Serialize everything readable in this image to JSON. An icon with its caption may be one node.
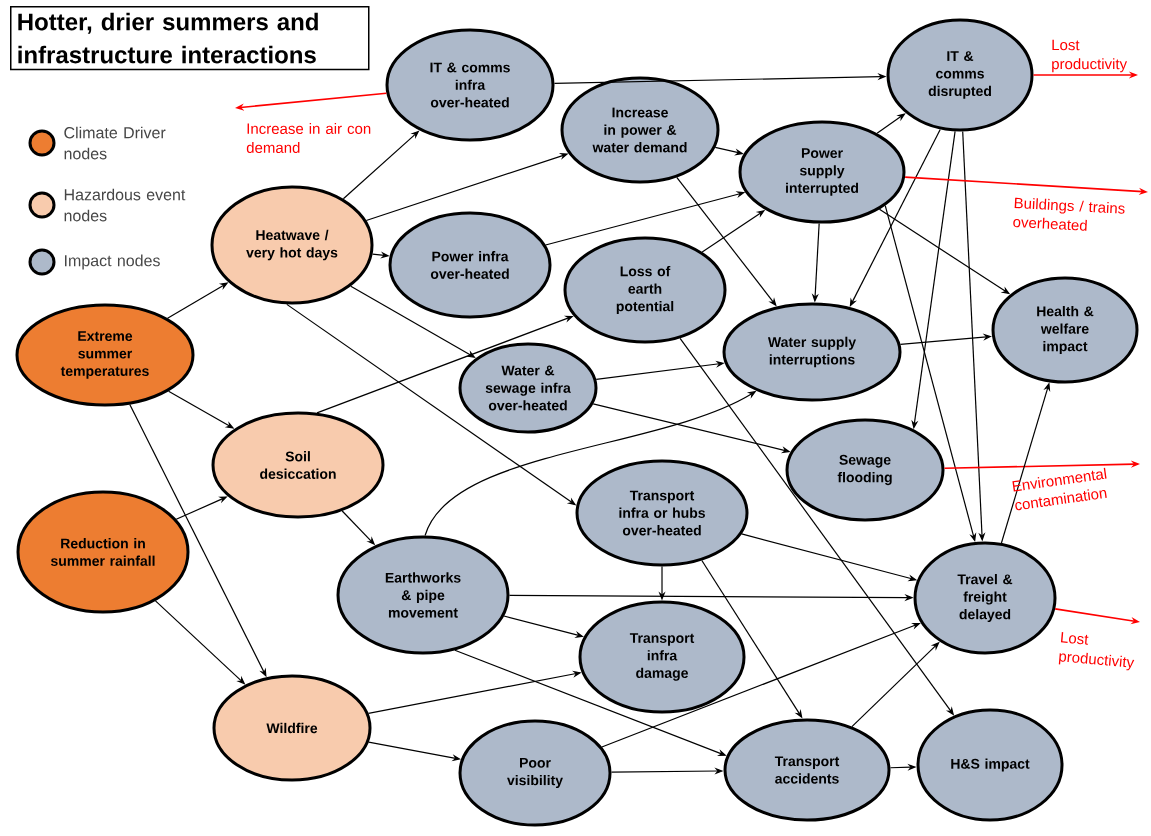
{
  "diagram": {
    "title": "Hotter, drier summers and infrastructure interactions",
    "nodes": [
      {
        "text": [
          "Extreme summer temperatures"
        ]
      },
      {
        "text": [
          "Reduction in summer rainfall"
        ]
      },
      {
        "text": [
          "Heatwave / very hot days"
        ]
      },
      {
        "text": [
          "Soil desiccation"
        ]
      },
      {
        "text": [
          "Wildfire"
        ]
      },
      {
        "text": [
          "IT & comms infra over-heated"
        ]
      },
      {
        "text": [
          "Increase in power & water demand"
        ]
      },
      {
        "text": [
          "Power infra over-heated"
        ]
      },
      {
        "text": [
          "Loss of earth potential"
        ]
      },
      {
        "text": [
          "Water & sewage infra over-heated"
        ]
      },
      {
        "text": [
          "IT & comms disrupted"
        ]
      },
      {
        "text": [
          "Power supply interrupted"
        ]
      },
      {
        "text": [
          "Water supply interruptions"
        ]
      },
      {
        "text": [
          "Health & welfare impact"
        ]
      },
      {
        "text": [
          "Sewage flooding"
        ]
      },
      {
        "text": [
          "Transport infra or hubs over-heated"
        ]
      },
      {
        "text": [
          "Earthworks & pipe movement"
        ]
      },
      {
        "text": [
          "Transport infra damage"
        ]
      },
      {
        "text": [
          "Travel & freight delayed"
        ]
      },
      {
        "text": [
          "Poor visibility"
        ]
      },
      {
        "text": [
          "Transport accidents"
        ]
      },
      {
        "text": [
          "H&S impact"
        ]
      }
    ],
    "edges": [
      {
        "from": 0,
        "to": 2,
        "arrow": "to"
      },
      {
        "from": 0,
        "to": 3,
        "arrow": "to"
      },
      {
        "from": 0,
        "to": 4,
        "arrow": "to"
      },
      {
        "from": 1,
        "to": 3,
        "arrow": "to"
      },
      {
        "from": 1,
        "to": 4,
        "arrow": "to"
      },
      {
        "from": 2,
        "to": 5,
        "arrow": "to"
      },
      {
        "from": 2,
        "to": 6,
        "arrow": "to"
      },
      {
        "from": 2,
        "to": 7,
        "arrow": "to"
      },
      {
        "from": 2,
        "to": 9,
        "arrow": "to"
      },
      {
        "from": 2,
        "to": 15,
        "arrow": "to"
      },
      {
        "from": 3,
        "to": 8,
        "arrow": "to"
      },
      {
        "from": 3,
        "to": 16,
        "arrow": "to"
      },
      {
        "from": 4,
        "to": 17,
        "arrow": "to"
      },
      {
        "from": 4,
        "to": 19,
        "arrow": "to"
      },
      {
        "from": 5,
        "to": 10,
        "arrow": "to"
      },
      {
        "from": 5,
        "to": null,
        "arrow": "to",
        "label": "Increase in air con demand",
        "color": "#ff0000"
      },
      {
        "from": 6,
        "to": 11,
        "arrow": "to"
      },
      {
        "from": 6,
        "to": 12,
        "arrow": "to"
      },
      {
        "from": 7,
        "to": 11,
        "arrow": "to"
      },
      {
        "from": 8,
        "to": 11,
        "arrow": "to"
      },
      {
        "from": 8,
        "to": 21,
        "arrow": "to"
      },
      {
        "from": 9,
        "to": 12,
        "arrow": "to"
      },
      {
        "from": 9,
        "to": 14,
        "arrow": "to"
      },
      {
        "from": 10,
        "to": 12,
        "arrow": "to"
      },
      {
        "from": 10,
        "to": 14,
        "arrow": "to"
      },
      {
        "from": 10,
        "to": 18,
        "arrow": "to"
      },
      {
        "from": 10,
        "to": null,
        "arrow": "to",
        "label": "Lost productivity",
        "color": "#ff0000"
      },
      {
        "from": 11,
        "to": 10,
        "arrow": "to"
      },
      {
        "from": 11,
        "to": 12,
        "arrow": "to"
      },
      {
        "from": 11,
        "to": 13,
        "arrow": "to"
      },
      {
        "from": 11,
        "to": 18,
        "arrow": "to"
      },
      {
        "from": 11,
        "to": null,
        "arrow": "to",
        "label": "Buildings / trains overheated",
        "color": "#ff0000"
      },
      {
        "from": 12,
        "to": 13,
        "arrow": "to"
      },
      {
        "from": 14,
        "to": null,
        "arrow": "to",
        "label": "Environmental contamination",
        "color": "#ff0000"
      },
      {
        "from": 15,
        "to": 17,
        "arrow": "to"
      },
      {
        "from": 15,
        "to": 18,
        "arrow": "to"
      },
      {
        "from": 15,
        "to": 20,
        "arrow": "to"
      },
      {
        "from": 16,
        "to": 12,
        "arrow": "to"
      },
      {
        "from": 16,
        "to": 17,
        "arrow": "to"
      },
      {
        "from": 16,
        "to": 18,
        "arrow": "to"
      },
      {
        "from": 16,
        "to": 20,
        "arrow": "to"
      },
      {
        "from": 18,
        "to": 13,
        "arrow": "to"
      },
      {
        "from": 18,
        "to": null,
        "arrow": "to",
        "label": "Lost productivity",
        "color": "#ff0000"
      },
      {
        "from": 19,
        "to": 18,
        "arrow": "to"
      },
      {
        "from": 19,
        "to": 20,
        "arrow": "to"
      },
      {
        "from": 20,
        "to": 18,
        "arrow": "to"
      },
      {
        "from": 20,
        "to": 21,
        "arrow": "to"
      }
    ],
    "legend": [
      {
        "text": "Climate Driver nodes",
        "color": "#ed7d31"
      },
      {
        "text": "Hazardous event nodes",
        "color": "#f8cbad"
      },
      {
        "text": "Impact nodes",
        "color": "#adb9ca"
      }
    ]
  }
}
